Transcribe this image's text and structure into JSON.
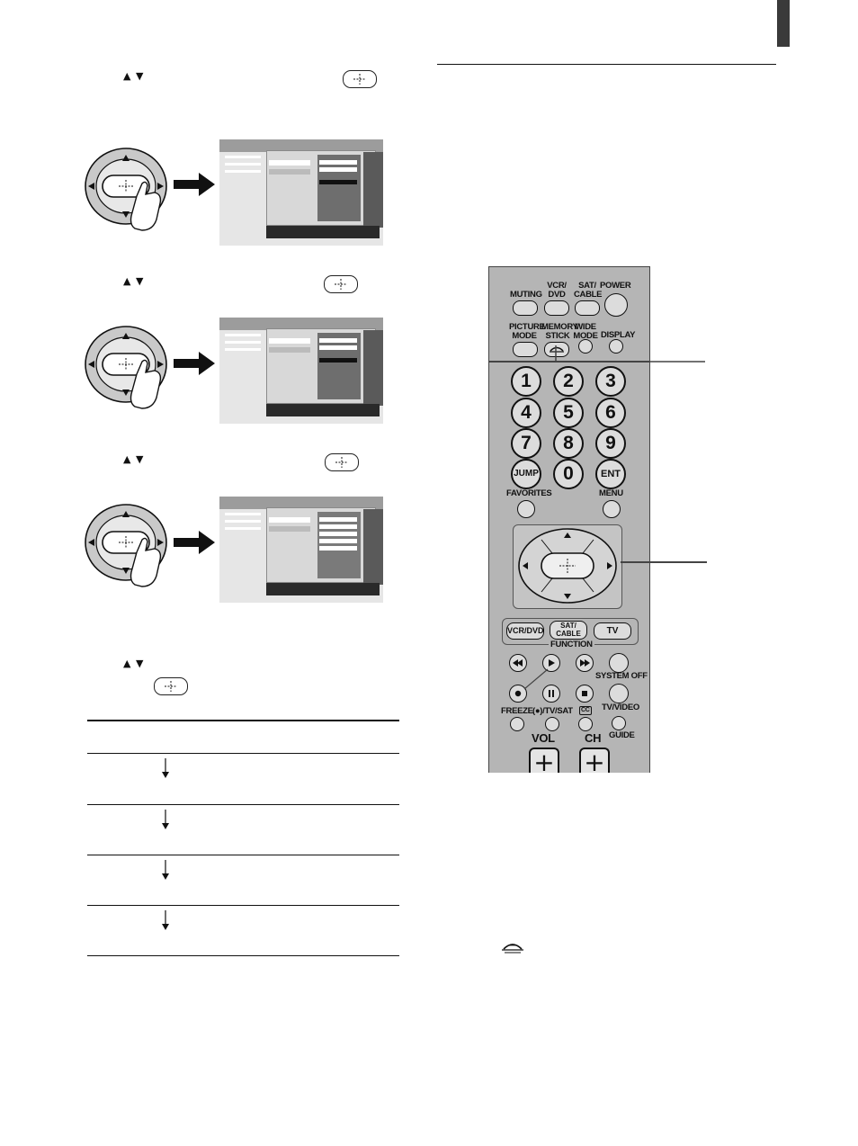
{
  "icons": {
    "updown": "▲ ▼",
    "enter": "enter-button-icon",
    "memory_stick": "memory-stick-icon"
  },
  "remote": {
    "muting": "MUTING",
    "vcr_dvd_top": "VCR/ DVD",
    "sat_cable_top": "SAT/ CABLE",
    "power": "POWER",
    "picture_mode": "PICTURE MODE",
    "memory_stick": "MEMORY STICK",
    "wide_mode": "WIDE MODE",
    "display": "DISPLAY",
    "numbers": [
      "1",
      "2",
      "3",
      "4",
      "5",
      "6",
      "7",
      "8",
      "9"
    ],
    "jump": "JUMP",
    "zero": "0",
    "ent": "ENT",
    "favorites": "FAVORITES",
    "menu": "MENU",
    "func_vcr_dvd": "VCR/DVD",
    "func_sat_cable": "SAT/ CABLE",
    "func_tv": "TV",
    "function": "FUNCTION",
    "system_off": "SYSTEM OFF",
    "freeze": "FREEZE",
    "tv_sat": "(●)/TV/SAT",
    "cc": "CC",
    "tv_video": "TV/VIDEO",
    "guide": "GUIDE",
    "vol": "VOL",
    "ch": "CH",
    "plus": "+"
  }
}
